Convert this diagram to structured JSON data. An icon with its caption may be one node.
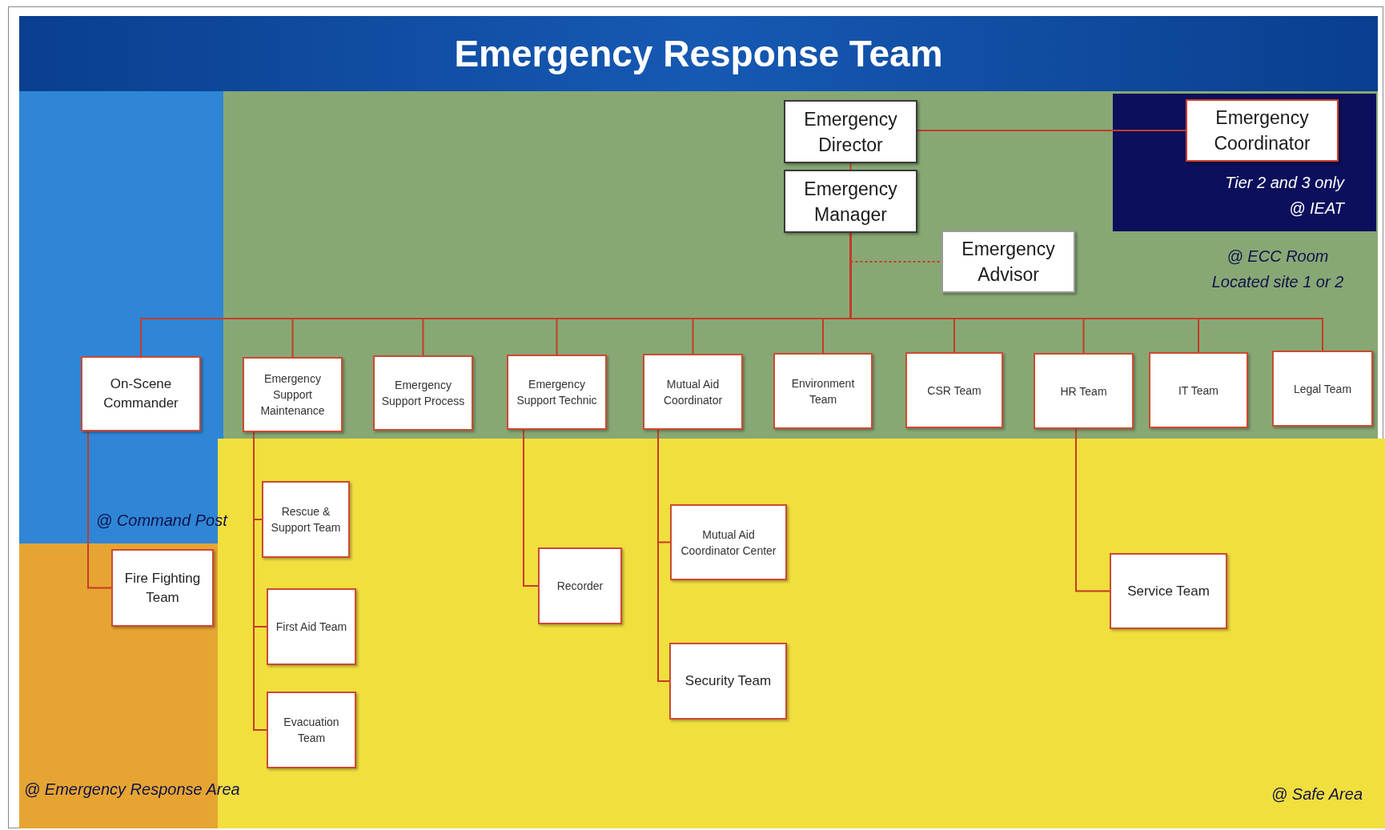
{
  "diagram": {
    "title": "Emergency Response Team",
    "nodes": [
      {
        "text": [
          "@ Command Post"
        ]
      },
      {
        "text": [
          "@ ECC Room Located site 1 or 2"
        ]
      },
      {
        "text": [
          "Emergency Director"
        ],
        "in": 1
      },
      {
        "text": [
          "Tier 2 and 3 only",
          "@ IEAT"
        ],
        "in": 1
      },
      {
        "text": [
          "Emergency Coordinator"
        ],
        "in": 3
      },
      {
        "text": [
          "Emergency Manager"
        ],
        "in": 1
      },
      {
        "text": [
          "Emergency Advisor"
        ],
        "in": 1
      },
      {
        "text": [
          "On-Scene Commander"
        ],
        "in": 0
      },
      {
        "text": [
          "Emergency Support Maintenance"
        ],
        "in": 1
      },
      {
        "text": [
          "Emergency Support Process"
        ],
        "in": 1
      },
      {
        "text": [
          "Emergency Support Technic"
        ],
        "in": 1
      },
      {
        "text": [
          "Mutual Aid Coordinator"
        ],
        "in": 1
      },
      {
        "text": [
          "Environment Team"
        ],
        "in": 1
      },
      {
        "text": [
          "CSR Team"
        ],
        "in": 1
      },
      {
        "text": [
          "HR Team"
        ],
        "in": 1
      },
      {
        "text": [
          "IT Team"
        ],
        "in": 1
      },
      {
        "text": [
          "Legal Team"
        ],
        "in": 1
      },
      {
        "text": [
          "@ Emergency Response Area"
        ]
      },
      {
        "text": [
          "@ Safe Area"
        ]
      },
      {
        "text": [
          "Rescue & Support Team"
        ],
        "in": 18
      },
      {
        "text": [
          "Fire Fighting Team"
        ],
        "in": 17
      },
      {
        "text": [
          "Mutual Aid Coordinator Center"
        ],
        "in": 18
      },
      {
        "text": [
          "Recorder"
        ],
        "in": 18
      },
      {
        "text": [
          "Service Team"
        ],
        "in": 18
      },
      {
        "text": [
          "First Aid Team"
        ],
        "in": 18
      },
      {
        "text": [
          "Security Team"
        ],
        "in": 18
      },
      {
        "text": [
          "Evacuation Team"
        ],
        "in": 18
      }
    ],
    "edges": [
      {
        "from": 2,
        "to": 4,
        "arrow": "none"
      },
      {
        "from": 2,
        "to": 5,
        "arrow": "none"
      },
      {
        "from": 5,
        "to": 6,
        "arrow": "none",
        "style": "dashed"
      },
      {
        "from": 5,
        "to": 7,
        "arrow": "none"
      },
      {
        "from": 5,
        "to": 8,
        "arrow": "none"
      },
      {
        "from": 5,
        "to": 9,
        "arrow": "none"
      },
      {
        "from": 5,
        "to": 10,
        "arrow": "none"
      },
      {
        "from": 5,
        "to": 11,
        "arrow": "none"
      },
      {
        "from": 5,
        "to": 12,
        "arrow": "none"
      },
      {
        "from": 5,
        "to": 13,
        "arrow": "none"
      },
      {
        "from": 5,
        "to": 14,
        "arrow": "none"
      },
      {
        "from": 5,
        "to": 15,
        "arrow": "none"
      },
      {
        "from": 5,
        "to": 16,
        "arrow": "none"
      },
      {
        "from": 7,
        "to": 20,
        "arrow": "none"
      },
      {
        "from": 8,
        "to": 19,
        "arrow": "none"
      },
      {
        "from": 8,
        "to": 24,
        "arrow": "none"
      },
      {
        "from": 8,
        "to": 26,
        "arrow": "none"
      },
      {
        "from": 10,
        "to": 22,
        "arrow": "none"
      },
      {
        "from": 11,
        "to": 21,
        "arrow": "none"
      },
      {
        "from": 11,
        "to": 25,
        "arrow": "none"
      },
      {
        "from": 14,
        "to": 23,
        "arrow": "none"
      }
    ]
  }
}
